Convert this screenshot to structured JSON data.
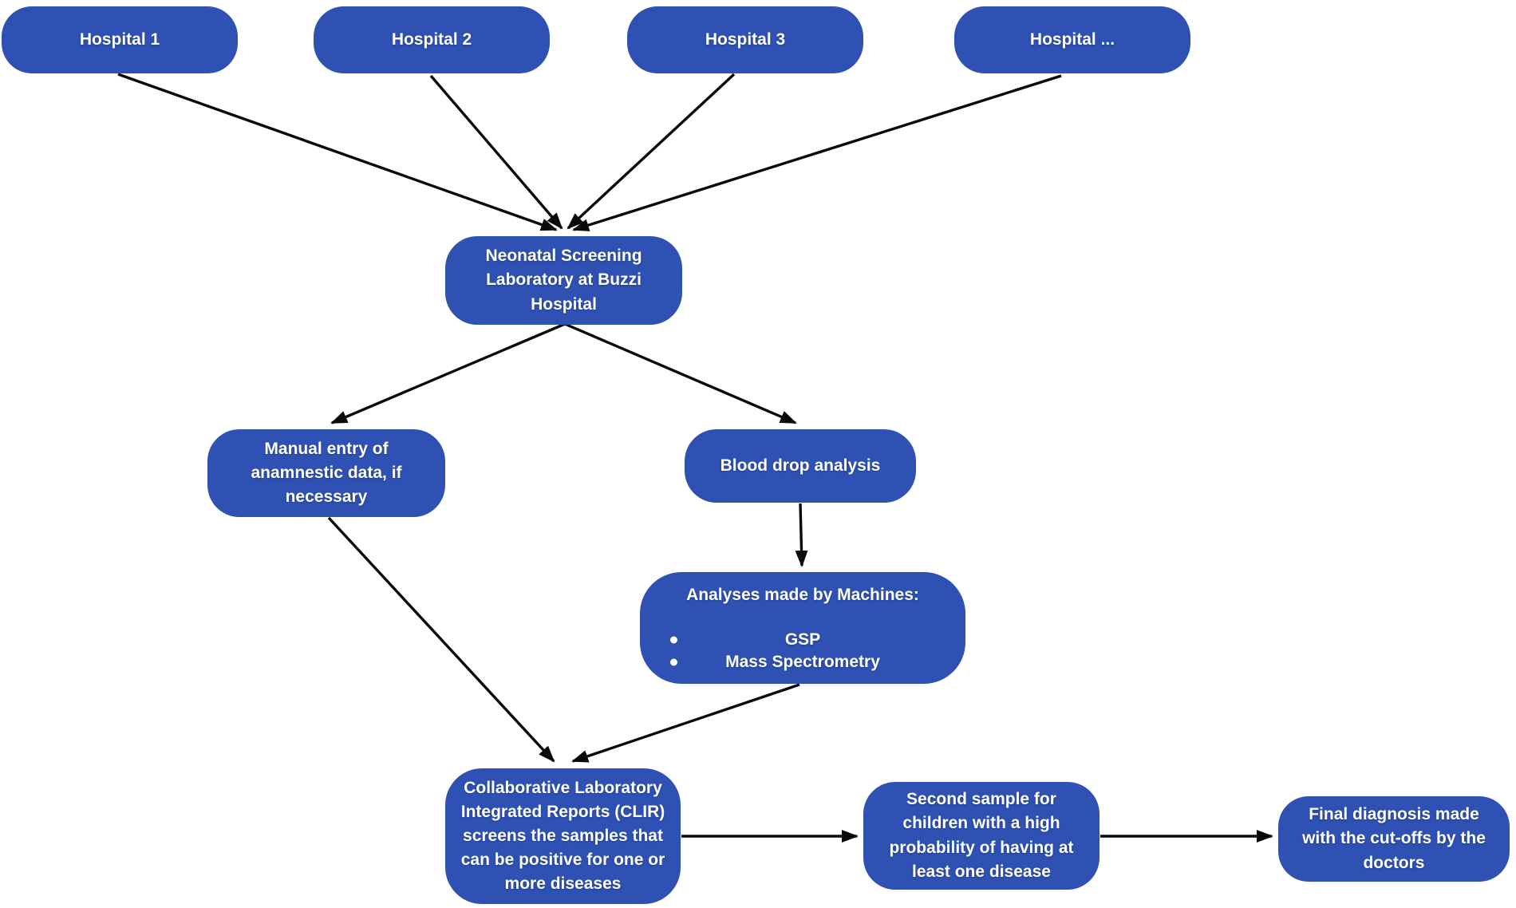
{
  "figure": {
    "type": "flowchart",
    "description": "Neonatal screening workflow from hospitals to final diagnosis"
  },
  "palette": {
    "node_fill": "#2e51b3",
    "node_text": "#ffffff",
    "arrow_color": "#0a0a0a",
    "background": "#ffffff"
  },
  "nodes": {
    "hospital_1": {
      "label": "Hospital 1"
    },
    "hospital_2": {
      "label": "Hospital 2"
    },
    "hospital_3": {
      "label": "Hospital 3"
    },
    "hospital_more": {
      "label": "Hospital ..."
    },
    "screening_lab": {
      "label": "Neonatal Screening Laboratory at Buzzi Hospital"
    },
    "manual_entry": {
      "label": "Manual entry of anamnestic data, if necessary"
    },
    "blood_drop": {
      "label": "Blood drop analysis"
    },
    "machines": {
      "title": "Analyses made by Machines:",
      "items": [
        "GSP",
        "Mass Spectrometry"
      ]
    },
    "clir": {
      "label": "Collaborative Laboratory Integrated Reports (CLIR) screens the samples that can be positive for one or more diseases"
    },
    "second_sample": {
      "label": "Second sample for children with a high probability of having at least one disease"
    },
    "final_diagnosis": {
      "label": "Final diagnosis made with the cut-offs by the doctors"
    }
  },
  "edges": [
    {
      "from": "hospital_1",
      "to": "screening_lab"
    },
    {
      "from": "hospital_2",
      "to": "screening_lab"
    },
    {
      "from": "hospital_3",
      "to": "screening_lab"
    },
    {
      "from": "hospital_more",
      "to": "screening_lab"
    },
    {
      "from": "screening_lab",
      "to": "manual_entry"
    },
    {
      "from": "screening_lab",
      "to": "blood_drop"
    },
    {
      "from": "blood_drop",
      "to": "machines"
    },
    {
      "from": "manual_entry",
      "to": "clir"
    },
    {
      "from": "machines",
      "to": "clir"
    },
    {
      "from": "clir",
      "to": "second_sample"
    },
    {
      "from": "second_sample",
      "to": "final_diagnosis"
    }
  ]
}
